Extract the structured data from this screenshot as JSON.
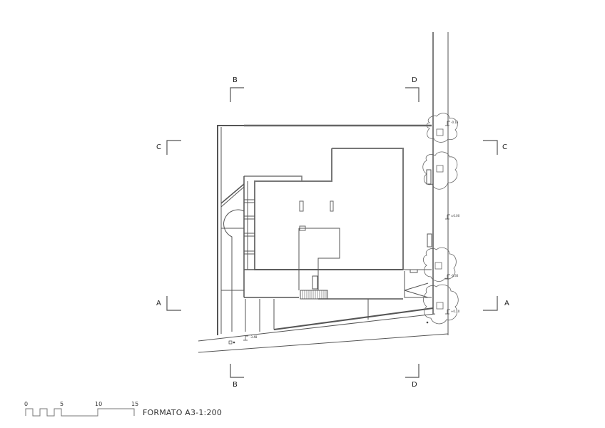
{
  "drawing": {
    "type": "architectural site plan",
    "scale_label": "FORMATO A3-1:200",
    "scale_bar": {
      "ticks": [
        "0",
        "5",
        "10",
        "15"
      ],
      "unit": "m"
    },
    "section_markers": [
      {
        "id": "B",
        "position": "top",
        "label": "B"
      },
      {
        "id": "D",
        "position": "top",
        "label": "D"
      },
      {
        "id": "C",
        "position": "left",
        "label": "C"
      },
      {
        "id": "C",
        "position": "right",
        "label": "C"
      },
      {
        "id": "A",
        "position": "left",
        "label": "A"
      },
      {
        "id": "A",
        "position": "right",
        "label": "A"
      },
      {
        "id": "B",
        "position": "bottom",
        "label": "B"
      },
      {
        "id": "D",
        "position": "bottom",
        "label": "D"
      }
    ],
    "elevations": [
      "-0.18",
      "±0.00",
      "-0.30",
      "+0.10",
      "-3.48"
    ],
    "trees": 4
  },
  "labels": {
    "sec_b_top": "B",
    "sec_d_top": "D",
    "sec_c_left": "C",
    "sec_c_right": "C",
    "sec_a_left": "A",
    "sec_a_right": "A",
    "sec_b_bottom": "B",
    "sec_d_bottom": "D",
    "scale_0": "0",
    "scale_5": "5",
    "scale_10": "10",
    "scale_15": "15",
    "scale_title": "FORMATO A3-1:200",
    "elev_1": "-0.18",
    "elev_2": "±0.00",
    "elev_3": "-0.30",
    "elev_4": "+0.10",
    "elev_5": "-3.48"
  }
}
